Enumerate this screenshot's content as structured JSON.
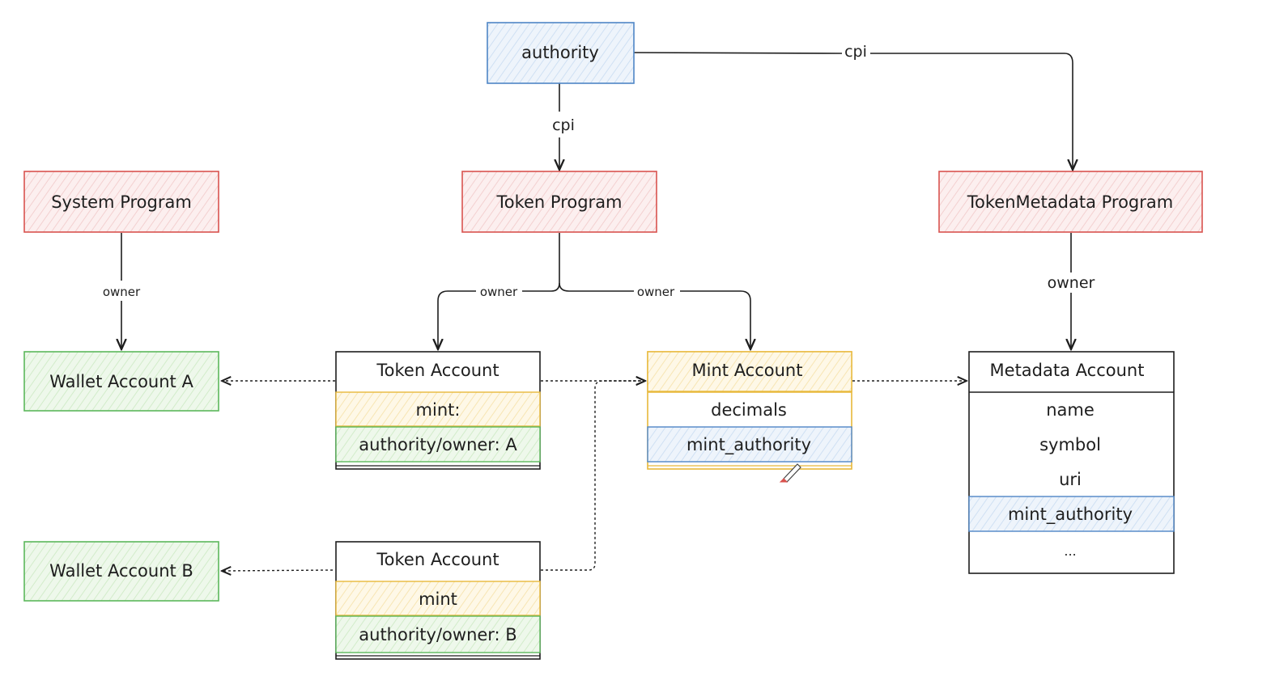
{
  "colors": {
    "blue_fill": "#e7f0fa",
    "blue_stroke": "#4f86c6",
    "red_fill": "#fbe7e7",
    "red_stroke": "#d9534f",
    "green_fill": "#e6f5e1",
    "green_stroke": "#5cb85c",
    "yellow_fill": "#fdf3d8",
    "yellow_stroke": "#e8b83a",
    "ink": "#1e1e1e"
  },
  "nodes": {
    "authority": "authority",
    "system_program": "System Program",
    "token_program": "Token Program",
    "token_metadata_program": "TokenMetadata Program",
    "wallet_a": "Wallet Account A",
    "wallet_b": "Wallet Account B"
  },
  "token_account_a": {
    "title": "Token Account",
    "mint": "mint:",
    "owner": "authority/owner: A"
  },
  "token_account_b": {
    "title": "Token Account",
    "mint": "mint",
    "owner": "authority/owner: B"
  },
  "mint_account": {
    "title": "Mint Account",
    "decimals": "decimals",
    "mint_authority": "mint_authority"
  },
  "metadata_account": {
    "title": "Metadata Account",
    "fields": [
      "name",
      "symbol",
      "uri",
      "mint_authority",
      "..."
    ]
  },
  "edges": {
    "cpi_down": "cpi",
    "cpi_right": "cpi",
    "owner_system": "owner",
    "owner_token_left": "owner",
    "owner_token_right": "owner",
    "owner_metadata": "owner"
  }
}
